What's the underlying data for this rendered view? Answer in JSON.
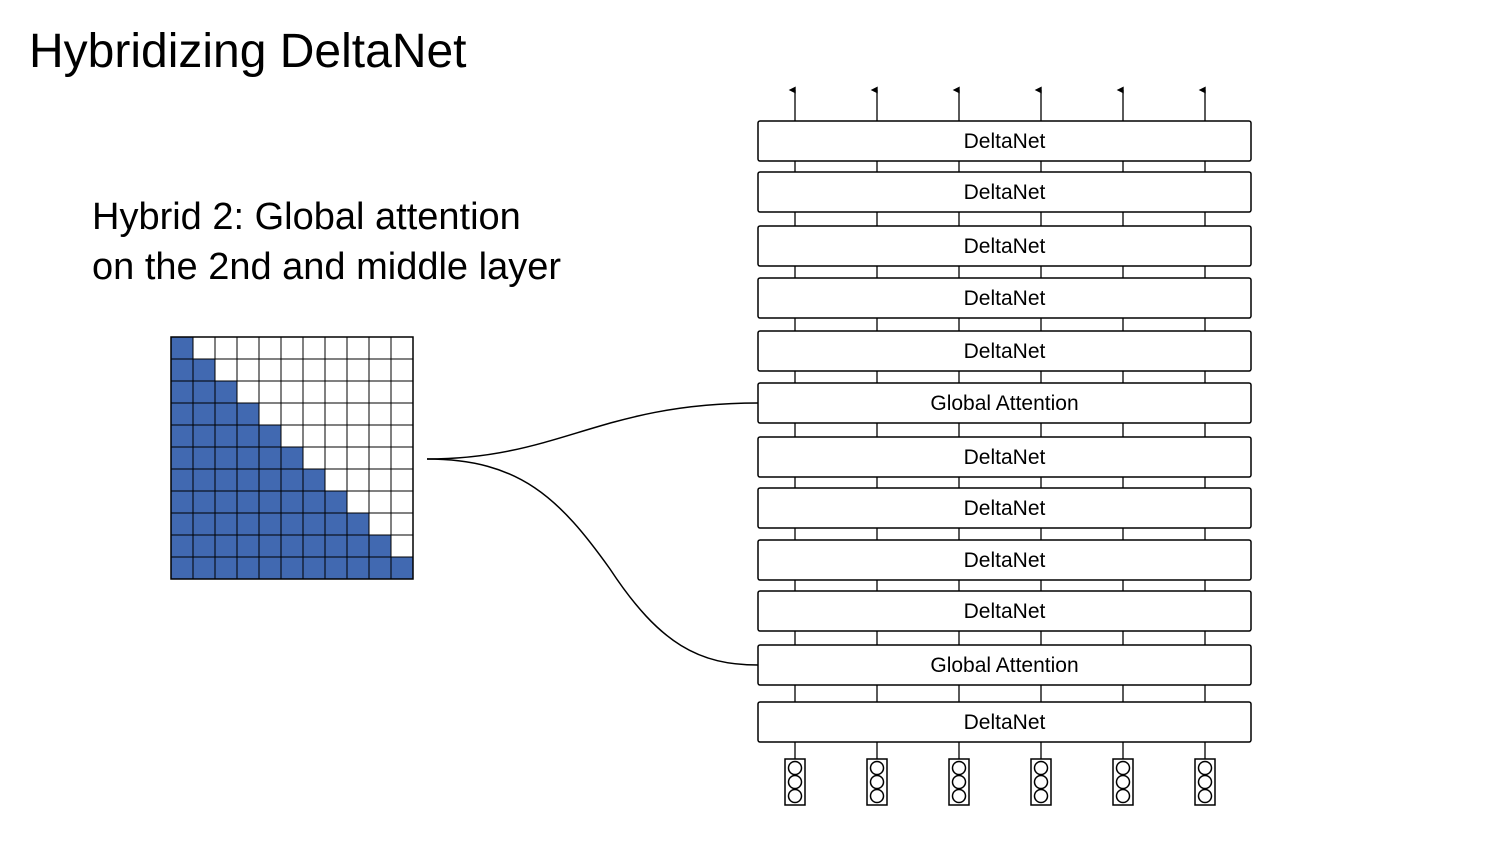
{
  "slide": {
    "title": "Hybridizing DeltaNet",
    "subtitle_lines": [
      "Hybrid 2: Global attention",
      "on the 2nd and middle layer"
    ]
  },
  "layers_top_to_bottom": [
    "DeltaNet",
    "DeltaNet",
    "DeltaNet",
    "DeltaNet",
    "DeltaNet",
    "Global Attention",
    "DeltaNet",
    "DeltaNet",
    "DeltaNet",
    "DeltaNet",
    "Global Attention",
    "DeltaNet"
  ],
  "global_attention_layer_indices": [
    5,
    10
  ],
  "token_columns": 6,
  "circles_per_token": 3,
  "attention_mask": {
    "size": 11,
    "pattern": "causal-lower-triangular",
    "fill_color": "#4169B1",
    "empty_color": "#ffffff"
  }
}
